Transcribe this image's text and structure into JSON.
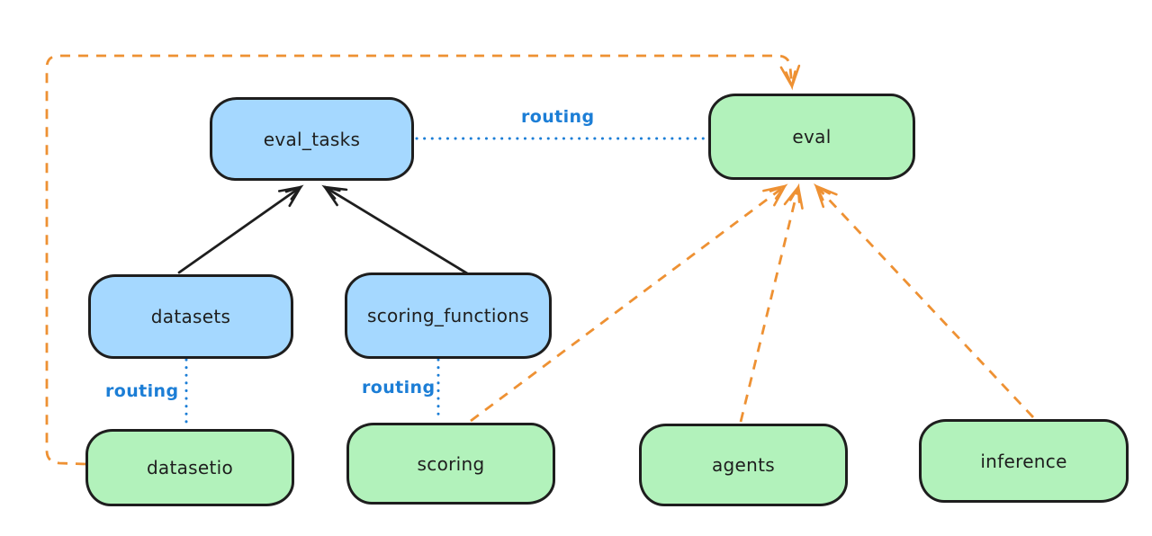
{
  "diagram": {
    "nodes": [
      {
        "id": "eval_tasks",
        "label": "eval_tasks",
        "fill": "#a5d8ff"
      },
      {
        "id": "eval",
        "label": "eval",
        "fill": "#b2f2bb"
      },
      {
        "id": "datasets",
        "label": "datasets",
        "fill": "#a5d8ff"
      },
      {
        "id": "scoring_functions",
        "label": "scoring_functions",
        "fill": "#a5d8ff"
      },
      {
        "id": "datasetio",
        "label": "datasetio",
        "fill": "#b2f2bb"
      },
      {
        "id": "scoring",
        "label": "scoring",
        "fill": "#b2f2bb"
      },
      {
        "id": "agents",
        "label": "agents",
        "fill": "#b2f2bb"
      },
      {
        "id": "inference",
        "label": "inference",
        "fill": "#b2f2bb"
      }
    ],
    "edges": [
      {
        "from": "datasets",
        "to": "eval_tasks",
        "style": "solid",
        "color": "#1e1e1e",
        "arrow": true,
        "label": ""
      },
      {
        "from": "scoring_functions",
        "to": "eval_tasks",
        "style": "solid",
        "color": "#1e1e1e",
        "arrow": true,
        "label": ""
      },
      {
        "from": "eval_tasks",
        "to": "eval",
        "style": "dotted",
        "color": "#1c7ed6",
        "arrow": false,
        "label": "routing"
      },
      {
        "from": "datasets",
        "to": "datasetio",
        "style": "dotted",
        "color": "#1c7ed6",
        "arrow": false,
        "label": "routing"
      },
      {
        "from": "scoring_functions",
        "to": "scoring",
        "style": "dotted",
        "color": "#1c7ed6",
        "arrow": false,
        "label": "routing"
      },
      {
        "from": "datasetio",
        "to": "eval",
        "style": "dashed",
        "color": "#ee9133",
        "arrow": true,
        "label": ""
      },
      {
        "from": "scoring",
        "to": "eval",
        "style": "dashed",
        "color": "#ee9133",
        "arrow": true,
        "label": ""
      },
      {
        "from": "agents",
        "to": "eval",
        "style": "dashed",
        "color": "#ee9133",
        "arrow": true,
        "label": ""
      },
      {
        "from": "inference",
        "to": "eval",
        "style": "dashed",
        "color": "#ee9133",
        "arrow": true,
        "label": ""
      }
    ],
    "colors": {
      "background": "#ffffff",
      "stroke_dark": "#1e1e1e",
      "blue_fill": "#a5d8ff",
      "green_fill": "#b2f2bb",
      "routing_blue": "#1c7ed6",
      "provider_orange": "#ee9133"
    }
  }
}
